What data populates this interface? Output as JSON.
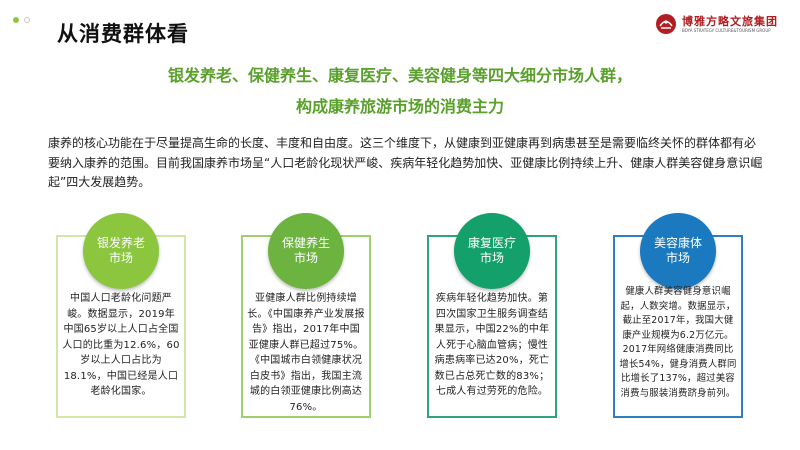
{
  "header": {
    "title": "从消费群体看",
    "logo_text": "博雅方略文旅集团",
    "logo_subtext": "BOYA STRATEGY CULTURE&TOURISM GROUP"
  },
  "headline": {
    "line1": "银发养老、保健养生、康复医疗、美容健身等四大细分市场人群，",
    "line2": "构成康养旅游市场的消费主力"
  },
  "intro": "康养的核心功能在于尽量提高生命的长度、丰度和自由度。这三个维度下，从健康到亚健康再到病患甚至是需要临终关怀的群体都有必要纳入康养的范围。目前我国康养市场呈“人口老龄化现状严峻、疾病年轻化趋势加快、亚健康比例持续上升、健康人群美容健身意识崛起”四大发展趋势。",
  "cards": [
    {
      "title": "银发养老市场",
      "text": "中国人口老龄化问题严峻。数据显示，2019年中国65岁以上人口占全国人口的比重为12.6%，60岁以上人口占比为18.1%，中国已经是人口老龄化国家。"
    },
    {
      "title": "保健养生市场",
      "text": "亚健康人群比例持续增长。《中国康养产业发展报告》指出，2017年中国亚健康人群已超过75%。《中国城市白领健康状况白皮书》指出，我国主流城的白领亚健康比例高达76%。"
    },
    {
      "title": "康复医疗市场",
      "text": "疾病年轻化趋势加快。第四次国家卫生服务调查结果显示，中国22%的中年人死于心脑血管病；慢性病患病率已达20%，死亡数已占总死亡数的83%；七成人有过劳死的危险。"
    },
    {
      "title": "美容康体市场",
      "text": "健康人群美容健身意识崛起，人数突增。数据显示，截止至2017年，我国大健康产业规模为6.2万亿元。2017年网络健康消费同比增长54%，健身消费人群同比增长了137%，超过美容消费与服装消费跻身前列。"
    }
  ],
  "colors": {
    "accent_green": "#5aa02c",
    "card1": "#8cc63f",
    "card2": "#6cb33f",
    "card3": "#13a06b",
    "card4": "#1b79bf",
    "logo_red": "#b01e23"
  },
  "icons": [
    "logo-mark-icon"
  ]
}
